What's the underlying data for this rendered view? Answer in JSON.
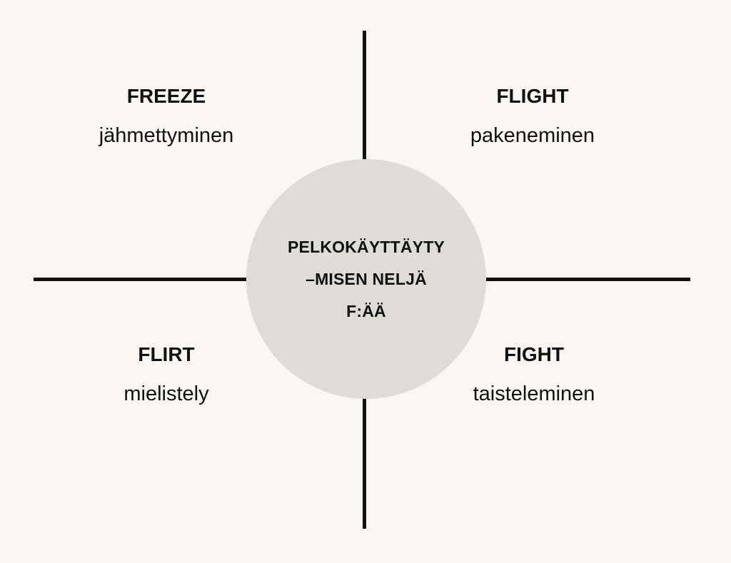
{
  "center": {
    "lines": [
      "PELKOKÄYTTÄYTY",
      "–MISEN NELJÄ",
      "F:ÄÄ"
    ]
  },
  "quadrants": {
    "freeze": {
      "title": "FREEZE",
      "subtitle": "jähmettyminen"
    },
    "flight": {
      "title": "FLIGHT",
      "subtitle": "pakeneminen"
    },
    "flirt": {
      "title": "FLIRT",
      "subtitle": "mielistely"
    },
    "fight": {
      "title": "FIGHT",
      "subtitle": "taisteleminen"
    }
  },
  "colors": {
    "background": "#faf7f3",
    "circle": "#dfdcd8",
    "lines": "#111111"
  }
}
